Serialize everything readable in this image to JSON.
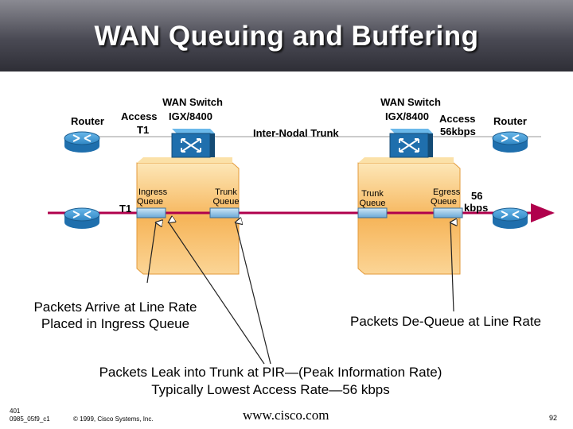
{
  "slide": {
    "title": "WAN Queuing and Buffering",
    "left_router_label": "Router",
    "left_switch_title": "WAN Switch",
    "left_switch_model": "IGX/8400",
    "left_access_label": "Access",
    "left_access_speed": "T1",
    "inter_nodal_label": "Inter-Nodal Trunk",
    "right_switch_title": "WAN Switch",
    "right_switch_model": "IGX/8400",
    "right_access_label": "Access",
    "right_access_speed": "56kbps",
    "right_router_label": "Router",
    "line_rate_left": "T1",
    "ingress_queue_label_1": "Ingress",
    "ingress_queue_label_2": "Queue",
    "left_trunk_queue_1": "Trunk",
    "left_trunk_queue_2": "Queue",
    "right_trunk_queue_1": "Trunk",
    "right_trunk_queue_2": "Queue",
    "egress_queue_1": "Egress",
    "egress_queue_2": "Queue",
    "egress_rate_1": "56",
    "egress_rate_2": "kbps",
    "arrive_text_1": "Packets Arrive at Line Rate",
    "arrive_text_2": "Placed in Ingress Queue",
    "dequeue_text": "Packets De-Queue at Line Rate",
    "leak_text_1": "Packets Leak into Trunk at PIR—(Peak Information Rate)",
    "leak_text_2": "Typically Lowest Access Rate—56 kbps",
    "footer_code_1": "401",
    "footer_code_2": "0985_05f9_c1",
    "copyright": "© 1999, Cisco Systems, Inc.",
    "url": "www.cisco.com",
    "page_number": "92"
  },
  "colors": {
    "router_blue": "#2f86c4",
    "switch_blue": "#1f6fad",
    "queue_orange": "#f2a94a",
    "flow_red": "#b0004c",
    "header_dark": "#3a3a44"
  }
}
